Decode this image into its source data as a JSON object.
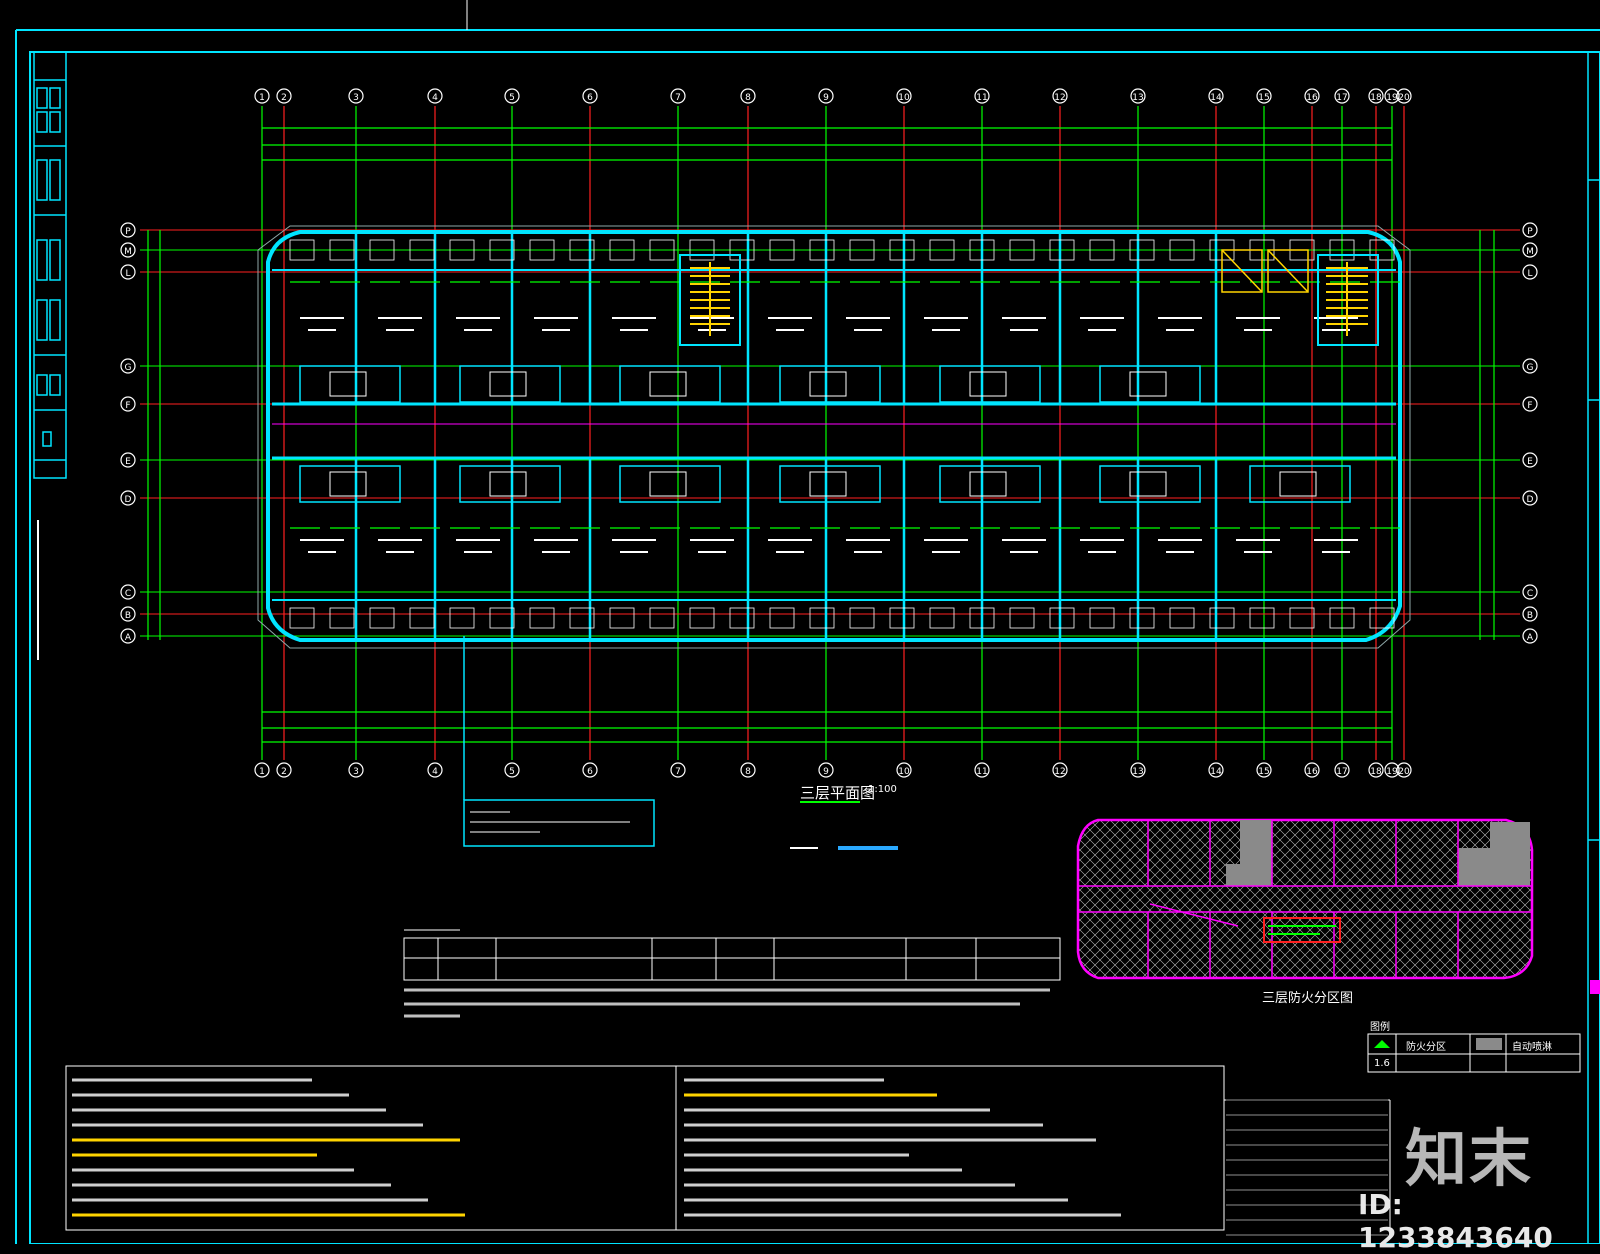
{
  "drawing": {
    "plan_title": "三层平面图",
    "plan_scale": "1:100",
    "mini_plan_title": "三层防火分区图"
  },
  "grid_columns": [
    "1",
    "2",
    "3",
    "4",
    "5",
    "6",
    "7",
    "8",
    "9",
    "10",
    "11",
    "12",
    "13",
    "14",
    "15",
    "16",
    "17",
    "18",
    "19",
    "20"
  ],
  "grid_rows": [
    "P",
    "M",
    "L",
    "G",
    "F",
    "E",
    "D",
    "C",
    "B",
    "A"
  ],
  "legend": {
    "title": "图例",
    "items": [
      "防火分区",
      "自动喷淋",
      "1.6"
    ]
  },
  "colors": {
    "grid": "#00ff00",
    "wall": "#00e5ff",
    "border": "#00e5ff",
    "axis_red": "#ff2020",
    "zone": "#ff00ff",
    "dim": "#00ff00",
    "note_yellow": "#ffd400"
  },
  "watermark": {
    "brand": "知末",
    "id": "ID: 1233843640"
  }
}
